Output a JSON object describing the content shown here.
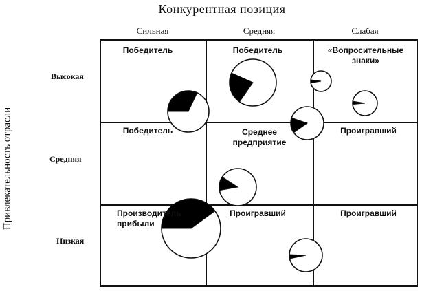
{
  "title": "Конкурентная позиция",
  "y_axis_label": "Привлекательность отрасли",
  "columns": [
    "Сильная",
    "Средняя",
    "Слабая"
  ],
  "rows": [
    "Высокая",
    "Средняя",
    "Низкая"
  ],
  "cells": {
    "c1_1": "Победитель",
    "c1_2": "Победитель",
    "c1_3": "«Вопросительные знаки»",
    "c2_1": "Победитель",
    "c2_2": "Среднее предприятие",
    "c2_3": "Проигравший",
    "c3_1": "Производитель прибыли",
    "c3_2": "Проигравший",
    "c3_3": "Проигравший"
  },
  "colors": {
    "ink": "#111111",
    "fill": "#000000",
    "background": "#ffffff"
  }
}
